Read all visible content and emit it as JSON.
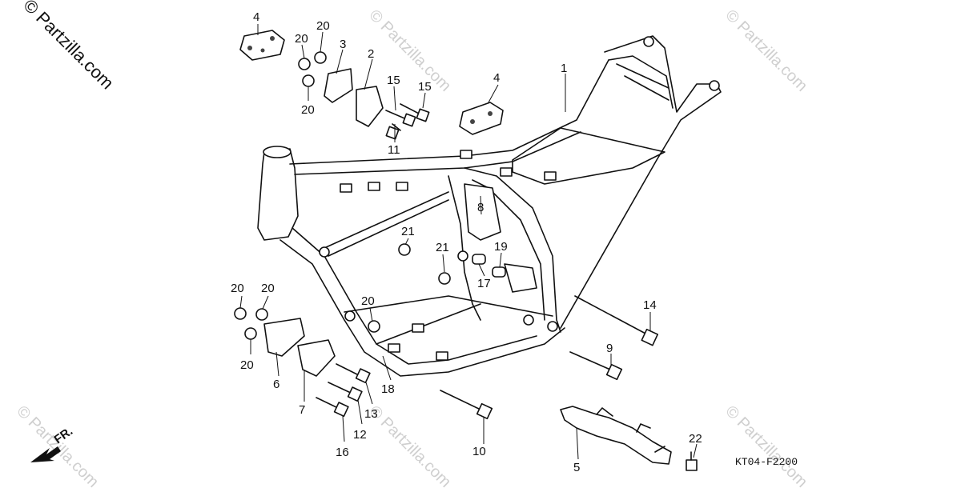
{
  "watermark": {
    "main": "© Partzilla.com",
    "faint": "© Partzilla.com"
  },
  "diagram_code": "KT04-F2200",
  "front_marker": "FR.",
  "callouts": [
    {
      "id": "c1",
      "label": "1"
    },
    {
      "id": "c2",
      "label": "2"
    },
    {
      "id": "c3",
      "label": "3"
    },
    {
      "id": "c4a",
      "label": "4"
    },
    {
      "id": "c4b",
      "label": "4"
    },
    {
      "id": "c5",
      "label": "5"
    },
    {
      "id": "c6",
      "label": "6"
    },
    {
      "id": "c7",
      "label": "7"
    },
    {
      "id": "c8",
      "label": "8"
    },
    {
      "id": "c9",
      "label": "9"
    },
    {
      "id": "c10",
      "label": "10"
    },
    {
      "id": "c11",
      "label": "11"
    },
    {
      "id": "c12",
      "label": "12"
    },
    {
      "id": "c13",
      "label": "13"
    },
    {
      "id": "c14",
      "label": "14"
    },
    {
      "id": "c15a",
      "label": "15"
    },
    {
      "id": "c15b",
      "label": "15"
    },
    {
      "id": "c16",
      "label": "16"
    },
    {
      "id": "c17",
      "label": "17"
    },
    {
      "id": "c18",
      "label": "18"
    },
    {
      "id": "c19",
      "label": "19"
    },
    {
      "id": "c20a",
      "label": "20"
    },
    {
      "id": "c20b",
      "label": "20"
    },
    {
      "id": "c20c",
      "label": "20"
    },
    {
      "id": "c20d",
      "label": "20"
    },
    {
      "id": "c20e",
      "label": "20"
    },
    {
      "id": "c20f",
      "label": "20"
    },
    {
      "id": "c20g",
      "label": "20"
    },
    {
      "id": "c21a",
      "label": "21"
    },
    {
      "id": "c21b",
      "label": "21"
    },
    {
      "id": "c22",
      "label": "22"
    }
  ]
}
